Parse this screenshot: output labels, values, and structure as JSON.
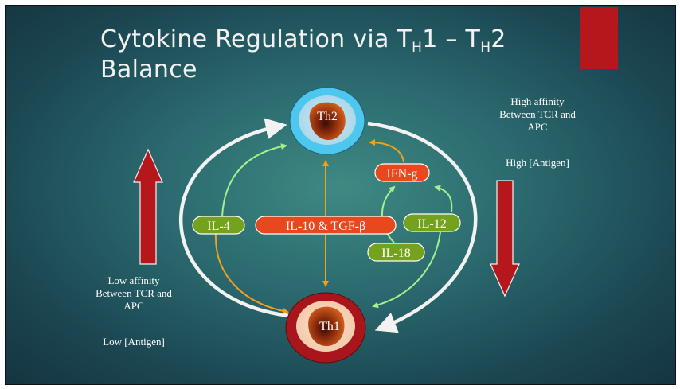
{
  "title": {
    "prefix": "Cytokine Regulation via T",
    "sub1": "H",
    "mid": "1 – T",
    "sub2": "H",
    "suffix": "2",
    "line2": "Balance"
  },
  "cells": {
    "th2": "Th2",
    "th1": "Th1"
  },
  "cytokines": {
    "il4": "IL-4",
    "il10_tgfb": "IL-10 & TGF-β",
    "ifng": "IFN-g",
    "il12": "IL-12",
    "il18": "IL-18"
  },
  "right_text": {
    "affinity_line1": "High affinity",
    "affinity_line2": "Between TCR and",
    "affinity_line3": "APC",
    "antigen": "High [Antigen]"
  },
  "left_text": {
    "affinity_line1": "Low affinity",
    "affinity_line2": "Between TCR and",
    "affinity_line3": "APC",
    "antigen": "Low [Antigen]"
  },
  "colors": {
    "accent": "#b5171c",
    "th2_outer": "#4ec7ef",
    "th1_outer": "#a8151b",
    "pill_green": "#74a21c",
    "pill_red": "#e8481e",
    "arrow_orange": "#f2a020",
    "arrow_light_green": "#a6f08c",
    "arrow_big_red": "#b5171c"
  }
}
